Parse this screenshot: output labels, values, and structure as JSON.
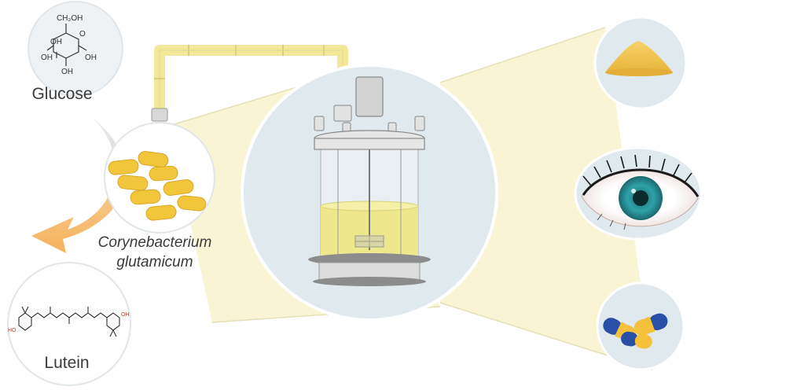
{
  "labels": {
    "substrate": "Glucose",
    "organism_line1": "Corynebacterium",
    "organism_line2": "glutamicum",
    "product": "Lutein"
  },
  "glucose_structure": {
    "groups": [
      "CH₂OH",
      "O",
      "OH",
      "OH",
      "OH",
      "OH"
    ]
  },
  "lutein_structure": {
    "end_groups": [
      "HO",
      "OH"
    ]
  },
  "applications": [
    "yellow-powder",
    "eye",
    "capsules"
  ],
  "colors": {
    "yellow_light": "#f7f1c6",
    "yellow_pipe": "#f3e79a",
    "yellow_liquid": "#ede88b",
    "bacteria": "#f2c63b",
    "circle_bg": "#dfe9ee",
    "orange_arrow": "#f5b25c",
    "iris": "#2fa1a8",
    "capsule_blue": "#2a4fa7",
    "capsule_yellow": "#f5c13a"
  }
}
